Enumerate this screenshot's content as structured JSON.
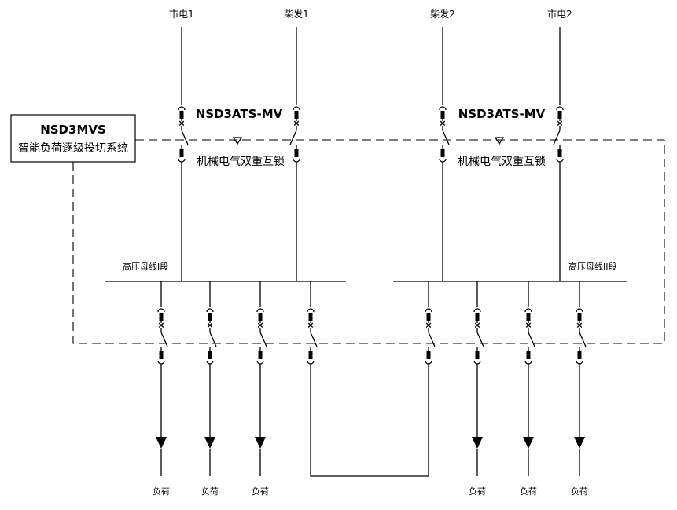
{
  "sources": {
    "utility1": "市电1",
    "generator1": "柴发1",
    "generator2": "柴发2",
    "utility2": "市电2"
  },
  "ats_left": {
    "model": "NSD3ATS-MV",
    "interlock": "机械电气双重互锁"
  },
  "ats_right": {
    "model": "NSD3ATS-MV",
    "interlock": "机械电气双重互锁"
  },
  "control_box": {
    "title": "NSD3MVS",
    "subtitle": "智能负荷逐级投切系统"
  },
  "bus": {
    "section1": "高压母线I段",
    "section2": "高压母线II段"
  },
  "loads": [
    "负荷",
    "负荷",
    "负荷",
    "负荷",
    "负荷",
    "负荷"
  ]
}
